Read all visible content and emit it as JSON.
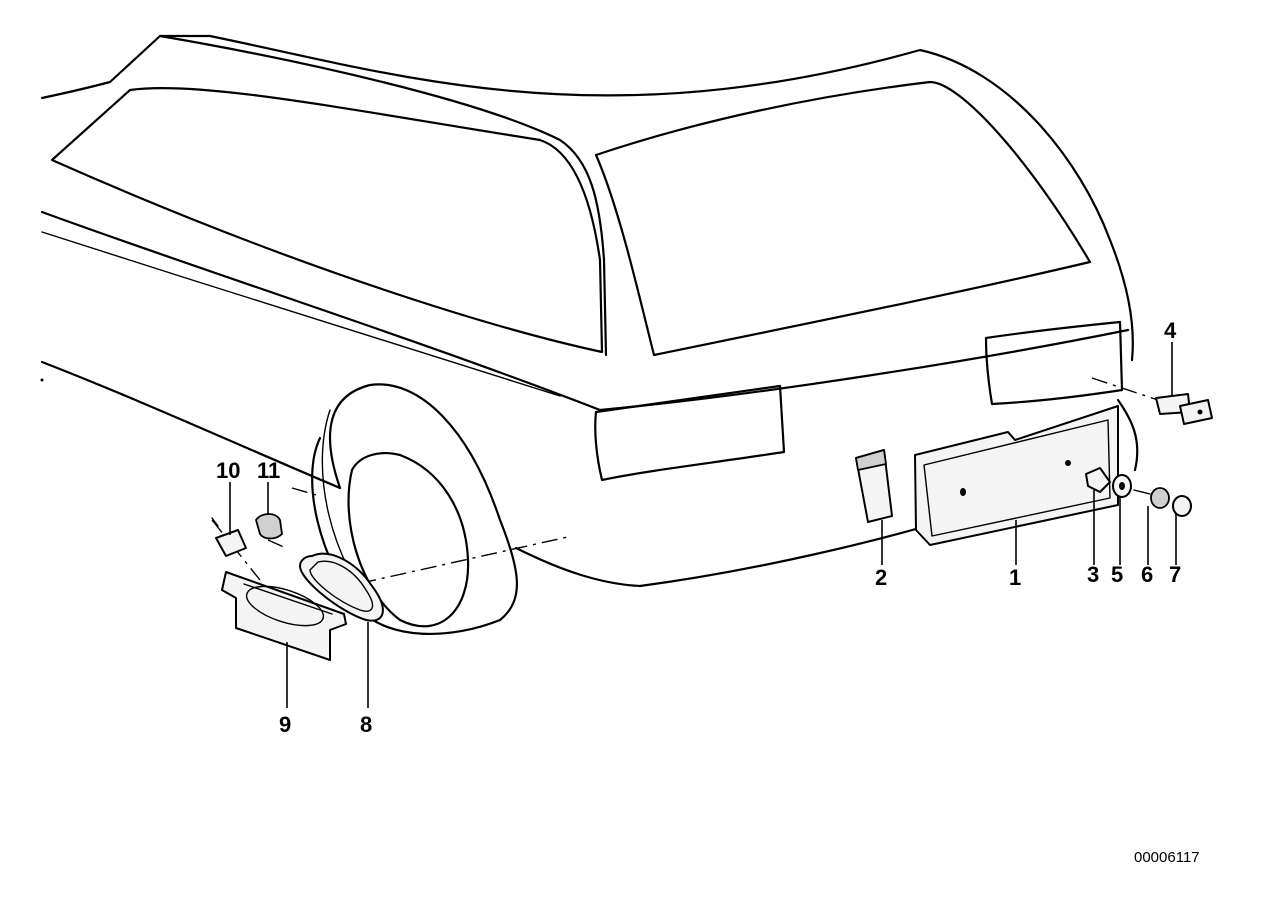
{
  "callouts": {
    "c1": "1",
    "c2": "2",
    "c3": "3",
    "c4": "4",
    "c5": "5",
    "c6": "6",
    "c7": "7",
    "c8": "8",
    "c9": "9",
    "c10": "10",
    "c11": "11"
  },
  "diagram_ref": "00006117"
}
